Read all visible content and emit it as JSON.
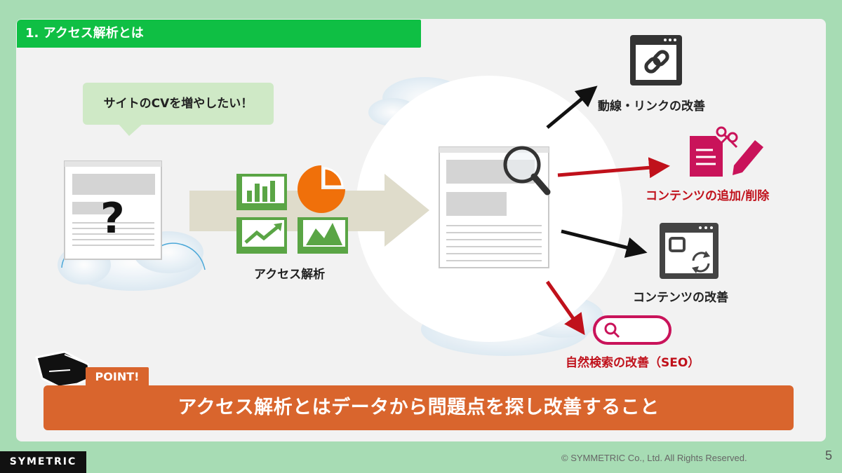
{
  "slide": {
    "section_title": "1. アクセス解析とは",
    "speech_bubble": "サイトのCVを増やしたい！",
    "analytics_label": "アクセス解析",
    "outcomes": [
      {
        "label": "動線・リンクの改善",
        "color": "#222222",
        "icon": "link-icon"
      },
      {
        "label": "コンテンツの追加/削除",
        "color": "#c0111b",
        "icon": "document-edit-icon"
      },
      {
        "label": "コンテンツの改善",
        "color": "#222222",
        "icon": "content-refresh-icon"
      },
      {
        "label": "自然検索の改善（SEO）",
        "color": "#c0111b",
        "icon": "search-bar-icon"
      }
    ],
    "point_tag": "POINT!",
    "point_message": "アクセス解析とはデータから問題点を探し改善すること",
    "question_mark": "?"
  },
  "footer": {
    "logo": "SYMETRIC",
    "copyright": "© SYMMETRIC Co., Ltd. All Rights Reserved.",
    "page_number": "5"
  },
  "colors": {
    "background": "#a7dcb4",
    "title_green": "#0fbf44",
    "accent_orange": "#d9652d",
    "chart_green": "#5aa545",
    "chart_orange": "#f0700a",
    "red": "#c0111b",
    "magenta": "#c9135a"
  }
}
